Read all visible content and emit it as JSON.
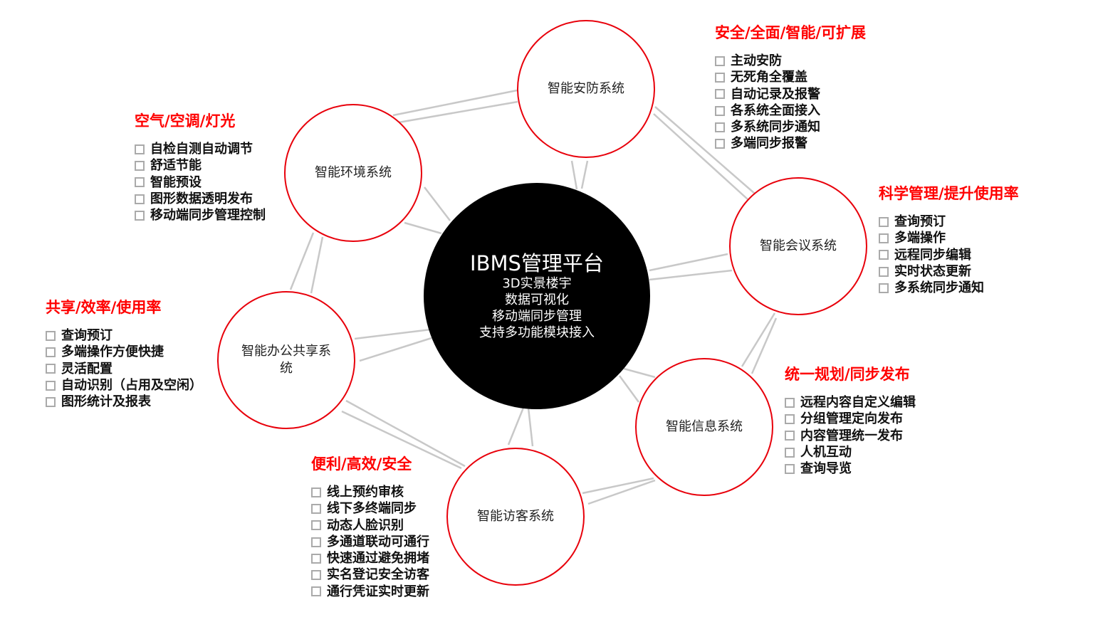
{
  "center": {
    "title": "IBMS管理平台",
    "lines": [
      "3D实景楼宇",
      "数据可视化",
      "移动端同步管理",
      "支持多功能模块接入"
    ]
  },
  "nodes": {
    "security": "智能安防系统",
    "environment": "智能环境系统",
    "meeting": "智能会议系统",
    "office": "智能办公共享系统",
    "info": "智能信息系统",
    "visitor": "智能访客系统"
  },
  "groups": {
    "security": {
      "title": "安全/全面/智能/可扩展",
      "items": [
        "主动安防",
        "无死角全覆盖",
        "自动记录及报警",
        "各系统全面接入",
        "多系统同步通知",
        "多端同步报警"
      ]
    },
    "environment": {
      "title": "空气/空调/灯光",
      "items": [
        "自检自测自动调节",
        "舒适节能",
        "智能预设",
        "图形数据透明发布",
        "移动端同步管理控制"
      ]
    },
    "meeting": {
      "title": "科学管理/提升使用率",
      "items": [
        "查询预订",
        "多端操作",
        "远程同步编辑",
        "实时状态更新",
        "多系统同步通知"
      ]
    },
    "office": {
      "title": "共享/效率/使用率",
      "items": [
        "查询预订",
        "多端操作方便快捷",
        "灵活配置",
        "自动识别（占用及空闲）",
        "图形统计及报表"
      ]
    },
    "info": {
      "title": "统一规划/同步发布",
      "items": [
        "远程内容自定义编辑",
        "分组管理定向发布",
        "内容管理统一发布",
        "人机互动",
        "查询导览"
      ]
    },
    "visitor": {
      "title": "便利/高效/安全",
      "items": [
        "线上预约审核",
        "线下多终端同步",
        "动态人脸识别",
        "多通道联动可通行",
        "快速通过避免拥堵",
        "实名登记安全访客",
        "通行凭证实时更新"
      ]
    }
  },
  "colors": {
    "accent": "#e8000b",
    "link": "#c8c8c8"
  }
}
